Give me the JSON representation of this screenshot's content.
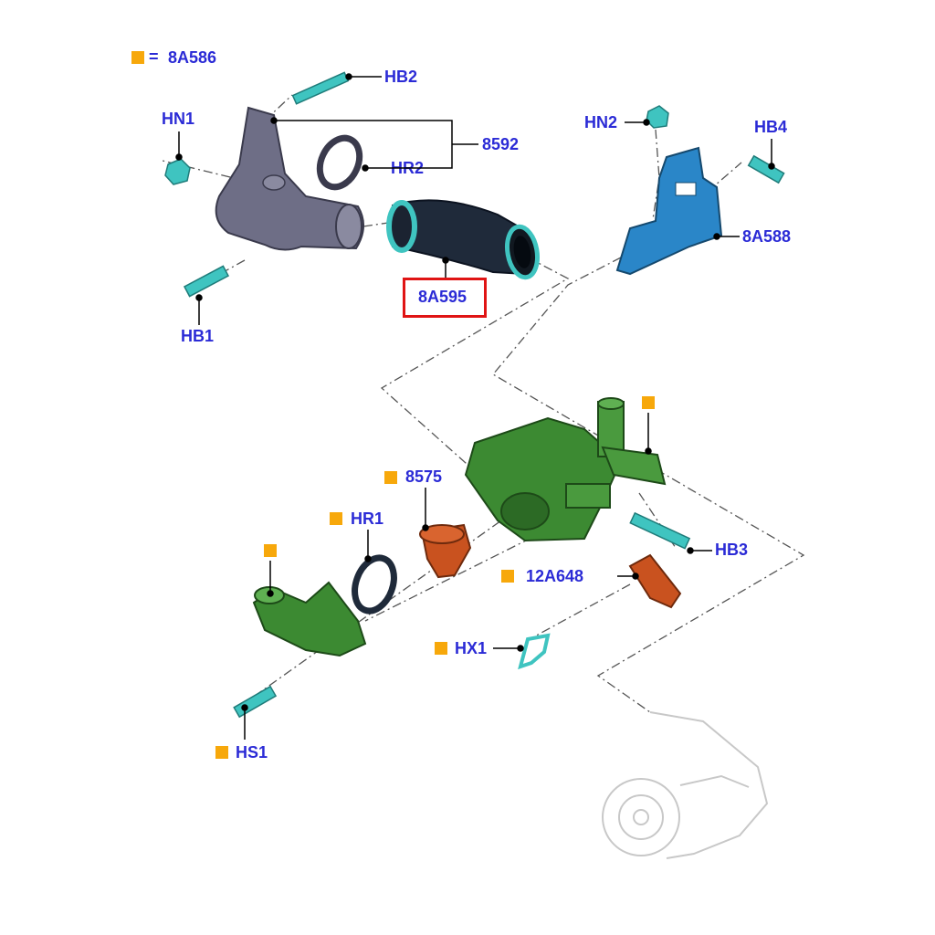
{
  "legend": {
    "equals": "=",
    "code": "8A586"
  },
  "labels": {
    "hb2": "HB2",
    "hn1": "HN1",
    "l8592": "8592",
    "hr2": "HR2",
    "hn2": "HN2",
    "hb4": "HB4",
    "a8a588": "8A588",
    "a8a595": "8A595",
    "hb1": "HB1",
    "l8575": "8575",
    "hr1": "HR1",
    "hb3": "HB3",
    "a12a648": "12A648",
    "hx1": "HX1",
    "hs1": "HS1"
  },
  "colors": {
    "label": "#2b2bd6",
    "marker": "#f7a80b",
    "highlight": "#e01414",
    "fastener": "#3fc4c0",
    "housing": "#3c8a32",
    "bracket": "#2a86c8",
    "hose": "#1f2a3a",
    "pipe": "#6e6e86",
    "thermostat": "#c9521f"
  }
}
